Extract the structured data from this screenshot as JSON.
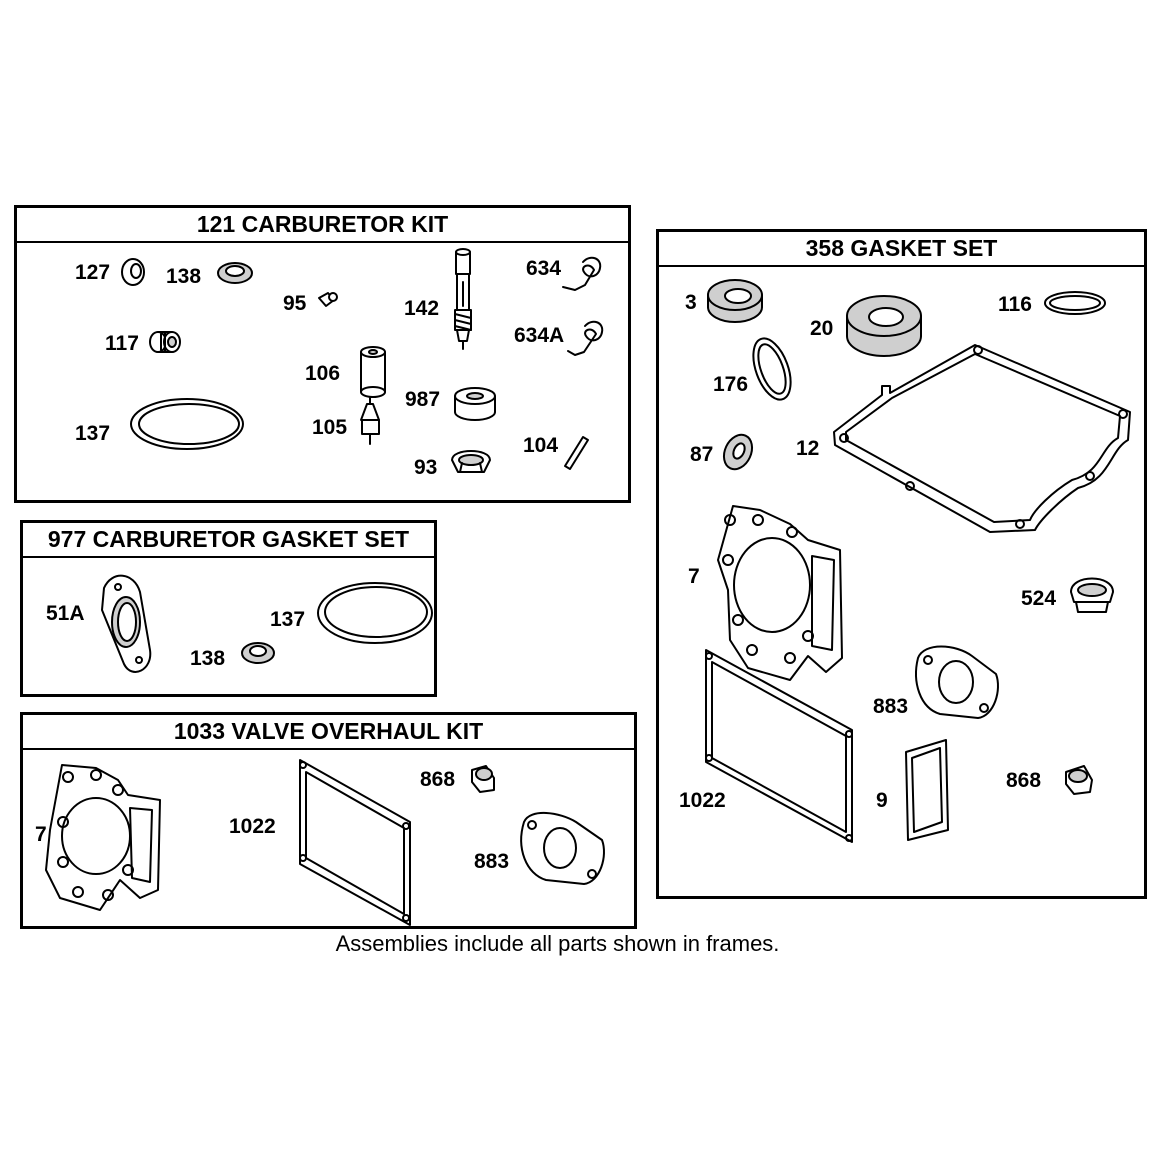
{
  "frames": {
    "carb_kit": {
      "title": "121 CARBURETOR KIT",
      "labels": {
        "p127": "127",
        "p138": "138",
        "p95": "95",
        "p142": "142",
        "p634": "634",
        "p634a": "634A",
        "p117": "117",
        "p106": "106",
        "p987": "987",
        "p137": "137",
        "p105": "105",
        "p93": "93",
        "p104": "104"
      }
    },
    "carb_gasket": {
      "title": "977 CARBURETOR GASKET SET",
      "labels": {
        "p51a": "51A",
        "p137": "137",
        "p138": "138"
      }
    },
    "valve_kit": {
      "title": "1033 VALVE OVERHAUL KIT",
      "labels": {
        "p7": "7",
        "p1022": "1022",
        "p868": "868",
        "p883": "883"
      }
    },
    "gasket_set": {
      "title": "358 GASKET SET",
      "labels": {
        "p3": "3",
        "p20": "20",
        "p116": "116",
        "p176": "176",
        "p87": "87",
        "p12": "12",
        "p7": "7",
        "p524": "524",
        "p883": "883",
        "p1022": "1022",
        "p9": "9",
        "p868": "868"
      }
    }
  },
  "caption": "Assemblies include all parts shown in frames."
}
